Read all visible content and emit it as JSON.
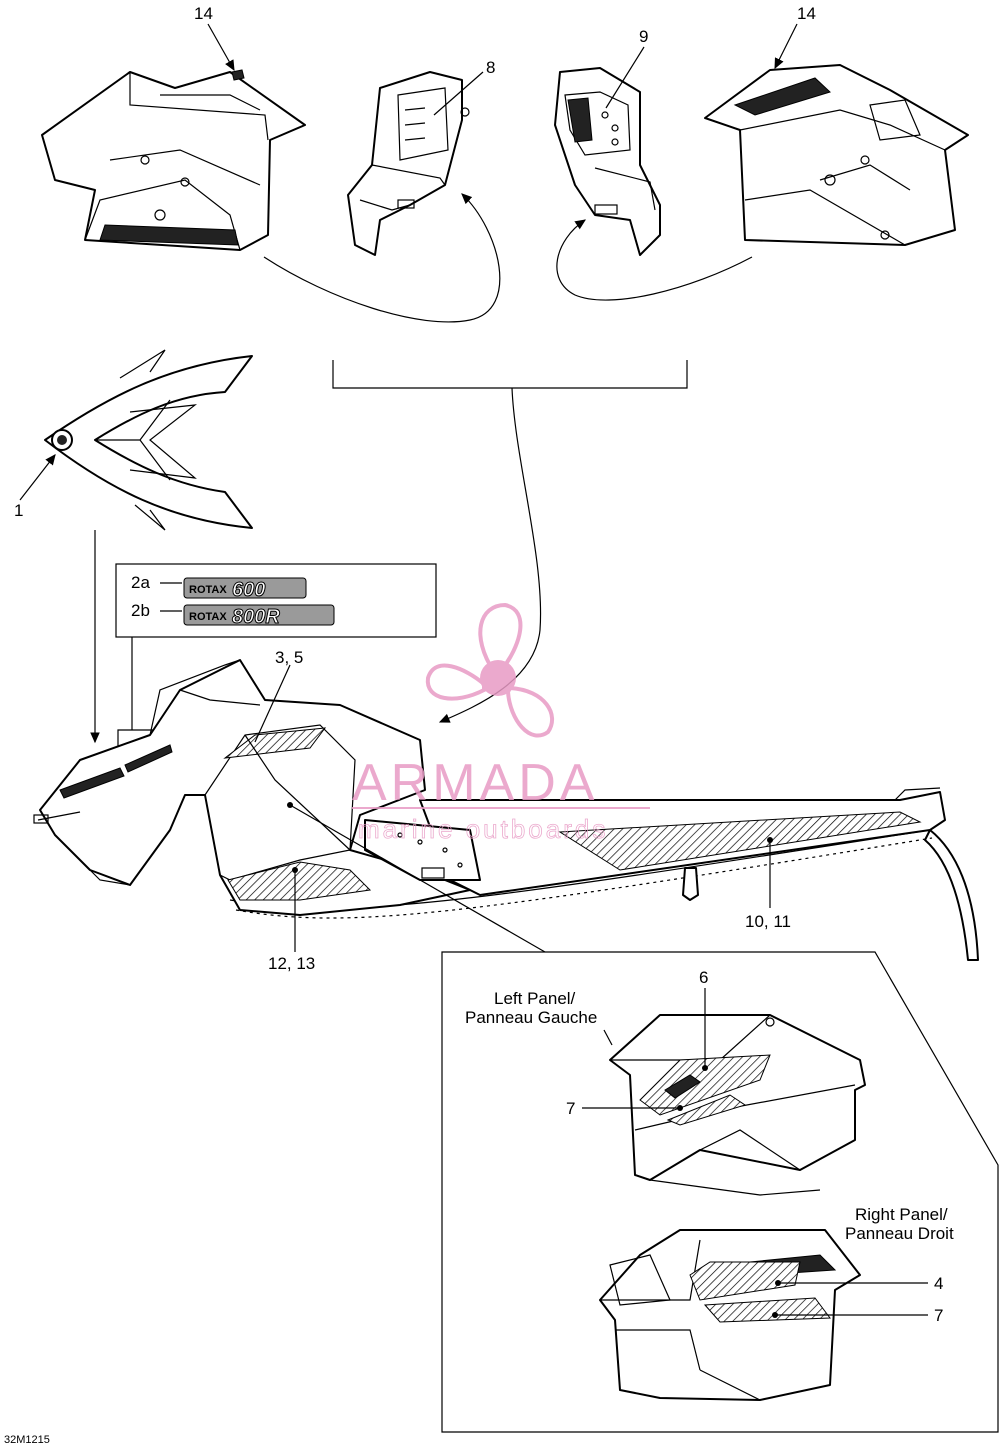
{
  "callouts": {
    "c14_left": "14",
    "c8": "8",
    "c9": "9",
    "c14_right": "14",
    "c1": "1",
    "c2a": "2a",
    "c2b": "2b",
    "c3_5": "3, 5",
    "c10_11": "10, 11",
    "c12_13": "12, 13",
    "c6": "6",
    "c7_left": "7",
    "c4": "4",
    "c7_right": "7"
  },
  "decals": {
    "rotax_600_brand": "ROTAX",
    "rotax_600_model": "600",
    "rotax_800_brand": "ROTAX",
    "rotax_800_model": "800R"
  },
  "panels": {
    "left_line1": "Left Panel/",
    "left_line2": "Panneau Gauche",
    "right_line1": "Right Panel/",
    "right_line2": "Panneau Droit"
  },
  "watermark": {
    "name": "ARMADA",
    "tagline": "marine outboards",
    "color": "#e89bc5"
  },
  "diagram_code": "32M1215"
}
